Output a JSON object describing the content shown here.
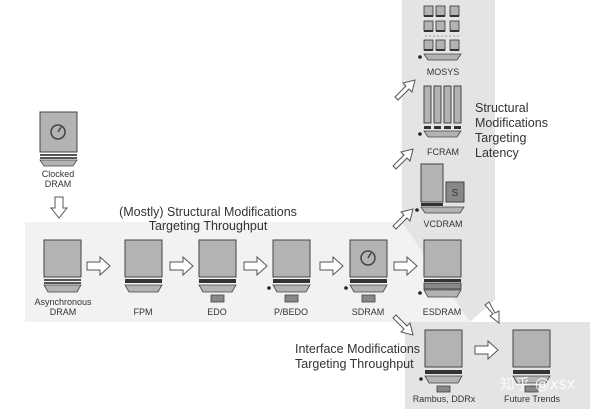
{
  "diagram": {
    "title_throughput": [
      "(Mostly) Structural Modifications",
      "Targeting Throughput"
    ],
    "title_latency": [
      "Structural",
      "Modifications",
      "Targeting",
      "Latency"
    ],
    "title_interface": [
      "Interface Modifications",
      "Targeting Throughput"
    ],
    "nodes": {
      "clocked": [
        "Clocked",
        "DRAM"
      ],
      "async": [
        "Asynchronous",
        "DRAM"
      ],
      "fpm": "FPM",
      "edo": "EDO",
      "pbedo": "P/BEDO",
      "sdram": "SDRAM",
      "esdram": "ESDRAM",
      "vcdram": "VCDRAM",
      "fcram": "FCRAM",
      "mosys": "MOSYS",
      "rambus": "Rambus, DDRx",
      "future": "Future Trends"
    },
    "vcdram_cache_glyph": "S",
    "watermark": "知乎 @xsx"
  }
}
